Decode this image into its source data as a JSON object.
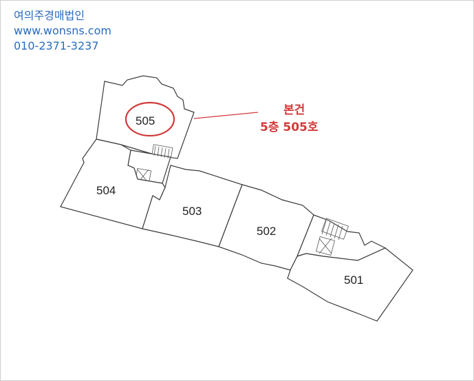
{
  "company": {
    "name": "여의주경매법인",
    "website": "www.wonsns.com",
    "phone": "010-2371-3237"
  },
  "floor_plan": {
    "units": [
      {
        "label": "505",
        "highlighted": true
      },
      {
        "label": "504",
        "highlighted": false
      },
      {
        "label": "503",
        "highlighted": false
      },
      {
        "label": "502",
        "highlighted": false
      },
      {
        "label": "501",
        "highlighted": false
      }
    ],
    "highlight_color": "#d23a3a"
  },
  "callout": {
    "line1": "본건",
    "line2": "5층 505호"
  },
  "colors": {
    "header_text": "#2a6bbf",
    "callout_text": "#d23a3a",
    "wall": "#3a3a3a"
  }
}
